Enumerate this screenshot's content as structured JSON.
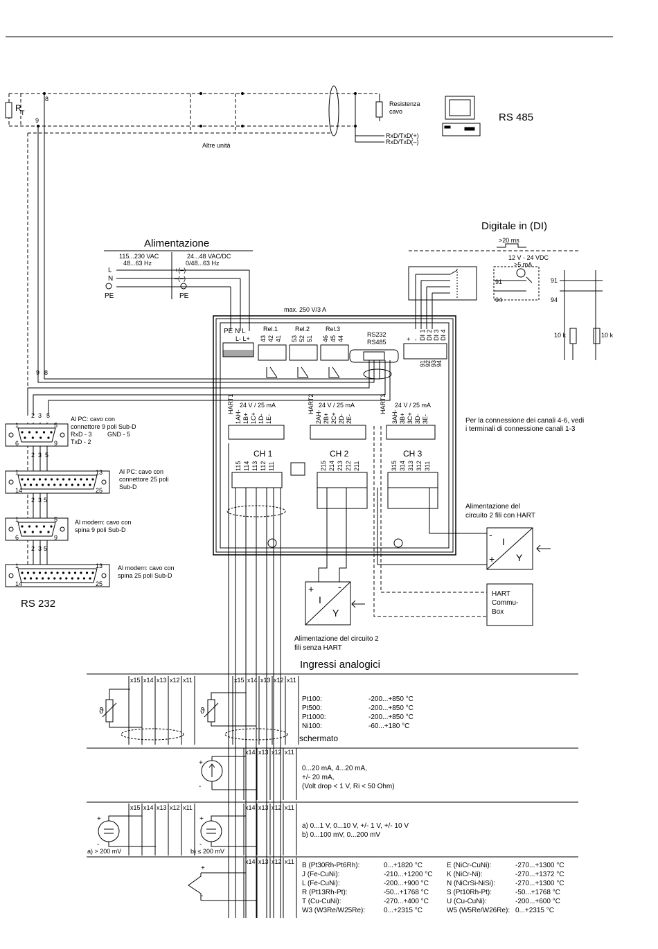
{
  "bus": {
    "rt_label": "R",
    "rt_sub": "T",
    "wire8": "8",
    "wire9": "9",
    "terminator_line1": "Resistenza",
    "terminator_line2": "cavo",
    "rxd_plus": "RxD/TxD(+)",
    "rxd_minus": "RxD/TxD(–)",
    "other_units": "Altre unità",
    "rs485": "RS 485"
  },
  "power": {
    "title": "Alimentazione",
    "ac_line1": "115...230 VAC",
    "ac_line2": "48...63 Hz",
    "dc_line1": "24...48 VAC/DC",
    "dc_line2": "0/48...63 Hz",
    "l": "L",
    "n": "N",
    "pe": "PE",
    "plus_minus": "+(–)",
    "minus": "–(–)",
    "pe2": "PE"
  },
  "digital": {
    "title": "Digitale in (DI)",
    "pulse": ">20 ms",
    "supply1": "12 V - 24 VDC",
    "supply2": ">5 mA",
    "t91a": "91",
    "t94a": "94",
    "t91b": "91",
    "t94b": "94",
    "r1": "10 k",
    "r2": "10 k"
  },
  "device": {
    "max_load": "max. 250 V/3 A",
    "pe_n_l": "PE N  L",
    "l_minus_plus": "L-  L+",
    "rel1": "Rel.1",
    "rel2": "Rel.2",
    "rel3": "Rel.3",
    "rel1_terms": [
      "43",
      "42",
      "41"
    ],
    "rel2_terms": [
      "53",
      "52",
      "51"
    ],
    "rel3_terms": [
      "46",
      "45",
      "44"
    ],
    "rs232": "RS232",
    "rs485": "RS485",
    "di_terms_top": [
      "+",
      "-",
      "DI 1",
      "DI 2",
      "DI 3",
      "DI 4"
    ],
    "di_terms_bottom": [
      "91",
      "92",
      "93",
      "94"
    ],
    "hart1": "HART1",
    "hart2": "HART2",
    "hart3": "HART3",
    "supply_24v": "24 V / 25 mA",
    "hart1_terms": [
      "1AH-",
      "1B+",
      "1C+",
      "1D-",
      "1E-"
    ],
    "hart2_terms": [
      "2AH-",
      "2B+",
      "2C+",
      "2D-",
      "2E-"
    ],
    "hart3_terms": [
      "3AH-",
      "3B+",
      "3C+",
      "3D-",
      "3E-"
    ],
    "ch1": "CH 1",
    "ch2": "CH 2",
    "ch3": "CH 3",
    "ch1_terms": [
      "115",
      "114",
      "113",
      "112",
      "111"
    ],
    "ch2_terms": [
      "215",
      "214",
      "213",
      "212",
      "211"
    ],
    "ch3_terms": [
      "315",
      "314",
      "313",
      "312",
      "311"
    ],
    "note_line1": "Per la connessione dei canali 4-6, vedi",
    "note_line2": "i terminali di connessione canali 1-3"
  },
  "rs232": {
    "title": "RS 232",
    "wires_a": [
      "2",
      "3",
      "5"
    ],
    "c1_line1": "Al PC: cavo con",
    "c1_line2": "connettore 9 poli Sub-D",
    "c1_line3": "RxD - 3",
    "c1_line4": "TxD - 2",
    "c1_gnd": "GND - 5",
    "c2_line1": "Al PC: cavo con",
    "c2_line2": "connettore 25 poli",
    "c2_line3": "Sub-D",
    "c3_line1": "Al modem: cavo con",
    "c3_line2": "spina 9 poli Sub-D",
    "c4_line1": "Al modem: cavo con",
    "c4_line2": "spina 25 poli Sub-D",
    "p1": "1",
    "p5": "5",
    "p6": "6",
    "p9": "9",
    "p13": "13",
    "p14": "14",
    "p25": "25"
  },
  "transmitters": {
    "hart_supply1": "Alimentazione del",
    "hart_supply2": "circuito 2 fili con HART",
    "commubox1": "HART",
    "commubox2": "Commu-",
    "commubox3": "Box",
    "nohart1": "Alimentazione del circuito 2",
    "nohart2": "fili senza HART",
    "i": "I",
    "y": "Y",
    "plus": "+",
    "minus": "-"
  },
  "analog": {
    "title": "Ingressi analogici",
    "cols5": [
      "x15",
      "x14",
      "x13",
      "x12",
      "x11"
    ],
    "cols4": [
      "x14",
      "x13",
      "x12",
      "x11"
    ],
    "rtd": [
      {
        "name": "Pt100:",
        "range": "-200...+850 °C"
      },
      {
        "name": "Pt500:",
        "range": "-200...+850 °C"
      },
      {
        "name": "Pt1000:",
        "range": "-200...+850 °C"
      },
      {
        "name": "Ni100:",
        "range": "-60...+180 °C"
      }
    ],
    "shielded": "schermato",
    "current1": "0...20 mA, 4...20 mA,",
    "current2": "+/- 20 mA,",
    "current3": "(Volt drop < 1 V, Ri < 50 Ohm)",
    "voltage1": "a) 0...1 V, 0...10 V, +/- 1 V, +/- 10 V",
    "voltage2": "b) 0...100 mV, 0...200 mV",
    "va": "a) > 200 mV",
    "vb": "b) ≤ 200 mV",
    "theta": "ϑ",
    "tc_left": [
      {
        "name": "B (Pt30Rh-Pt6Rh):",
        "range": "0...+1820 °C"
      },
      {
        "name": "J (Fe-CuNi):",
        "range": "-210...+1200 °C"
      },
      {
        "name": "L (Fe-CuNi):",
        "range": "-200...+900 °C"
      },
      {
        "name": "R (Pt13Rh-Pt):",
        "range": "-50...+1768 °C"
      },
      {
        "name": "T (Cu-CuNi):",
        "range": "-270...+400 °C"
      },
      {
        "name": "W3 (W3Re/W25Re):",
        "range": "0...+2315 °C"
      }
    ],
    "tc_right": [
      {
        "name": "E (NiCr-CuNi):",
        "range": "-270...+1300 °C"
      },
      {
        "name": "K (NiCr-Ni):",
        "range": "-270...+1372 °C"
      },
      {
        "name": "N (NiCrSi-NiSi):",
        "range": "-270...+1300 °C"
      },
      {
        "name": "S (Pt10Rh-Pt):",
        "range": "-50...+1768 °C"
      },
      {
        "name": "U (Cu-CuNi):",
        "range": "-200...+600 °C"
      },
      {
        "name": "W5 (W5Re/W26Re):",
        "range": "0...+2315 °C"
      }
    ]
  }
}
